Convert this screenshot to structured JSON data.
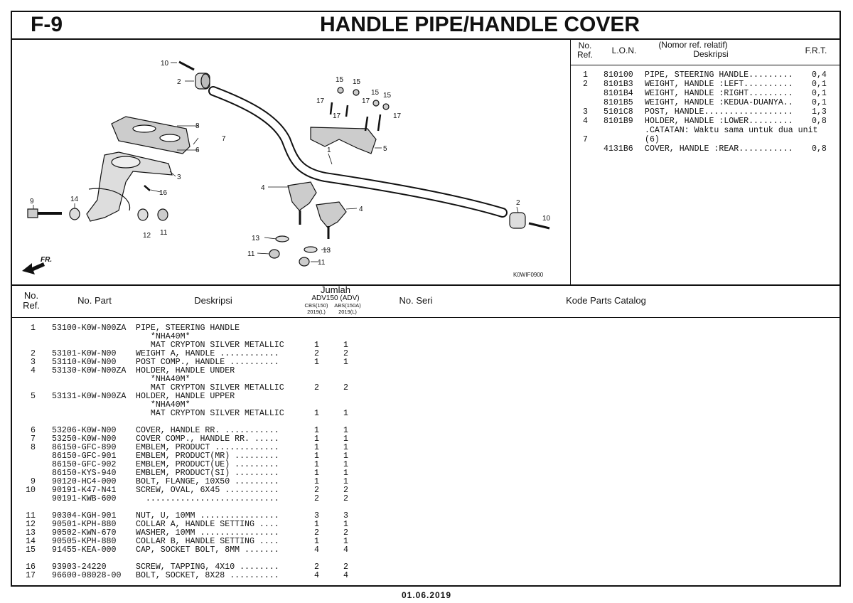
{
  "header": {
    "code": "F-9",
    "title": "HANDLE PIPE/HANDLE COVER"
  },
  "diagram": {
    "figure_code": "K0WIF0900",
    "direction_label": "FR.",
    "callouts": [
      "10",
      "2",
      "15",
      "15",
      "17",
      "17",
      "15",
      "15",
      "17",
      "17",
      "8",
      "7",
      "6",
      "1",
      "5",
      "3",
      "16",
      "4",
      "4",
      "9",
      "14",
      "12",
      "11",
      "13",
      "11",
      "13",
      "11",
      "2",
      "10"
    ]
  },
  "lon_table": {
    "headers": {
      "no_ref": "No.\nRef.",
      "lon": "L.O.N.",
      "desc_top": "(Nomor ref. relatif)",
      "desc": "Deskripsi",
      "frt": "F.R.T."
    },
    "rows": [
      {
        "ref": "1",
        "lon": "810100",
        "desc": "PIPE, STEERING HANDLE.........",
        "frt": "0,4"
      },
      {
        "ref": "2",
        "lon": "8101B3",
        "desc": "WEIGHT, HANDLE :LEFT..........",
        "frt": "0,1"
      },
      {
        "ref": "",
        "lon": "8101B4",
        "desc": "WEIGHT, HANDLE :RIGHT.........",
        "frt": "0,1"
      },
      {
        "ref": "",
        "lon": "8101B5",
        "desc": "WEIGHT, HANDLE :KEDUA-DUANYA..",
        "frt": "0,1"
      },
      {
        "ref": "3",
        "lon": "5101C8",
        "desc": "POST, HANDLE..................",
        "frt": "1,3"
      },
      {
        "ref": "4",
        "lon": "8101B9",
        "desc": "HOLDER, HANDLE :LOWER.........",
        "frt": "0,8"
      },
      {
        "ref": "",
        "lon": "",
        "desc": ".CATATAN: Waktu sama untuk dua unit",
        "frt": ""
      },
      {
        "ref": "7",
        "lon": "",
        "desc": "(6)",
        "frt": ""
      },
      {
        "ref": "",
        "lon": "4131B6",
        "desc": "COVER, HANDLE :REAR...........",
        "frt": "0,8"
      }
    ]
  },
  "parts_table": {
    "headers": {
      "no_ref": "No.\nRef.",
      "no_part": "No. Part",
      "desc": "Deskripsi",
      "jumlah": "Jumlah",
      "model": "ADV150 (ADV)",
      "col1": "CBS(150)\n2019(L)",
      "col2": "ABS(150A)\n2019(L)",
      "no_seri": "No. Seri",
      "catalog": "Kode Parts Catalog"
    },
    "rows": [
      {
        "ref": "1",
        "part": "53100-K0W-N00ZA",
        "desc": "PIPE, STEERING HANDLE",
        "q1": "",
        "q2": ""
      },
      {
        "ref": "",
        "part": "",
        "desc": "   *NHA40M*",
        "q1": "",
        "q2": ""
      },
      {
        "ref": "",
        "part": "",
        "desc": "   MAT CRYPTON SILVER METALLIC",
        "q1": "1",
        "q2": "1"
      },
      {
        "ref": "2",
        "part": "53101-K0W-N00",
        "desc": "WEIGHT A, HANDLE ............",
        "q1": "2",
        "q2": "2"
      },
      {
        "ref": "3",
        "part": "53110-K0W-N00",
        "desc": "POST COMP., HANDLE ..........",
        "q1": "1",
        "q2": "1"
      },
      {
        "ref": "4",
        "part": "53130-K0W-N00ZA",
        "desc": "HOLDER, HANDLE UNDER",
        "q1": "",
        "q2": ""
      },
      {
        "ref": "",
        "part": "",
        "desc": "   *NHA40M*",
        "q1": "",
        "q2": ""
      },
      {
        "ref": "",
        "part": "",
        "desc": "   MAT CRYPTON SILVER METALLIC",
        "q1": "2",
        "q2": "2"
      },
      {
        "ref": "5",
        "part": "53131-K0W-N00ZA",
        "desc": "HOLDER, HANDLE UPPER",
        "q1": "",
        "q2": ""
      },
      {
        "ref": "",
        "part": "",
        "desc": "   *NHA40M*",
        "q1": "",
        "q2": ""
      },
      {
        "ref": "",
        "part": "",
        "desc": "   MAT CRYPTON SILVER METALLIC",
        "q1": "1",
        "q2": "1"
      },
      {
        "ref": "",
        "part": "",
        "desc": "",
        "q1": "",
        "q2": ""
      },
      {
        "ref": "6",
        "part": "53206-K0W-N00",
        "desc": "COVER, HANDLE RR. ...........",
        "q1": "1",
        "q2": "1"
      },
      {
        "ref": "7",
        "part": "53250-K0W-N00",
        "desc": "COVER COMP., HANDLE RR. .....",
        "q1": "1",
        "q2": "1"
      },
      {
        "ref": "8",
        "part": "86150-GFC-890",
        "desc": "EMBLEM, PRODUCT .............",
        "q1": "1",
        "q2": "1"
      },
      {
        "ref": "",
        "part": "86150-GFC-901",
        "desc": "EMBLEM, PRODUCT(MR) .........",
        "q1": "1",
        "q2": "1"
      },
      {
        "ref": "",
        "part": "86150-GFC-902",
        "desc": "EMBLEM, PRODUCT(UE) .........",
        "q1": "1",
        "q2": "1"
      },
      {
        "ref": "",
        "part": "86150-KYS-940",
        "desc": "EMBLEM, PRODUCT(SI) .........",
        "q1": "1",
        "q2": "1"
      },
      {
        "ref": "9",
        "part": "90120-HC4-000",
        "desc": "BOLT, FLANGE, 10X50 .........",
        "q1": "1",
        "q2": "1"
      },
      {
        "ref": "10",
        "part": "90191-K47-N41",
        "desc": "SCREW, OVAL, 6X45 ...........",
        "q1": "2",
        "q2": "2"
      },
      {
        "ref": "",
        "part": "90191-KWB-600",
        "desc": "  ...........................",
        "q1": "2",
        "q2": "2"
      },
      {
        "ref": "",
        "part": "",
        "desc": "",
        "q1": "",
        "q2": ""
      },
      {
        "ref": "11",
        "part": "90304-KGH-901",
        "desc": "NUT, U, 10MM ................",
        "q1": "3",
        "q2": "3"
      },
      {
        "ref": "12",
        "part": "90501-KPH-880",
        "desc": "COLLAR A, HANDLE SETTING ....",
        "q1": "1",
        "q2": "1"
      },
      {
        "ref": "13",
        "part": "90502-KWN-670",
        "desc": "WASHER, 10MM ................",
        "q1": "2",
        "q2": "2"
      },
      {
        "ref": "14",
        "part": "90505-KPH-880",
        "desc": "COLLAR B, HANDLE SETTING ....",
        "q1": "1",
        "q2": "1"
      },
      {
        "ref": "15",
        "part": "91455-KEA-000",
        "desc": "CAP, SOCKET BOLT, 8MM .......",
        "q1": "4",
        "q2": "4"
      },
      {
        "ref": "",
        "part": "",
        "desc": "",
        "q1": "",
        "q2": ""
      },
      {
        "ref": "16",
        "part": "93903-24220",
        "desc": "SCREW, TAPPING, 4X10 ........",
        "q1": "2",
        "q2": "2"
      },
      {
        "ref": "17",
        "part": "96600-08028-00",
        "desc": "BOLT, SOCKET, 8X28 ..........",
        "q1": "4",
        "q2": "4"
      }
    ]
  },
  "footer": {
    "date": "01.06.2019"
  }
}
